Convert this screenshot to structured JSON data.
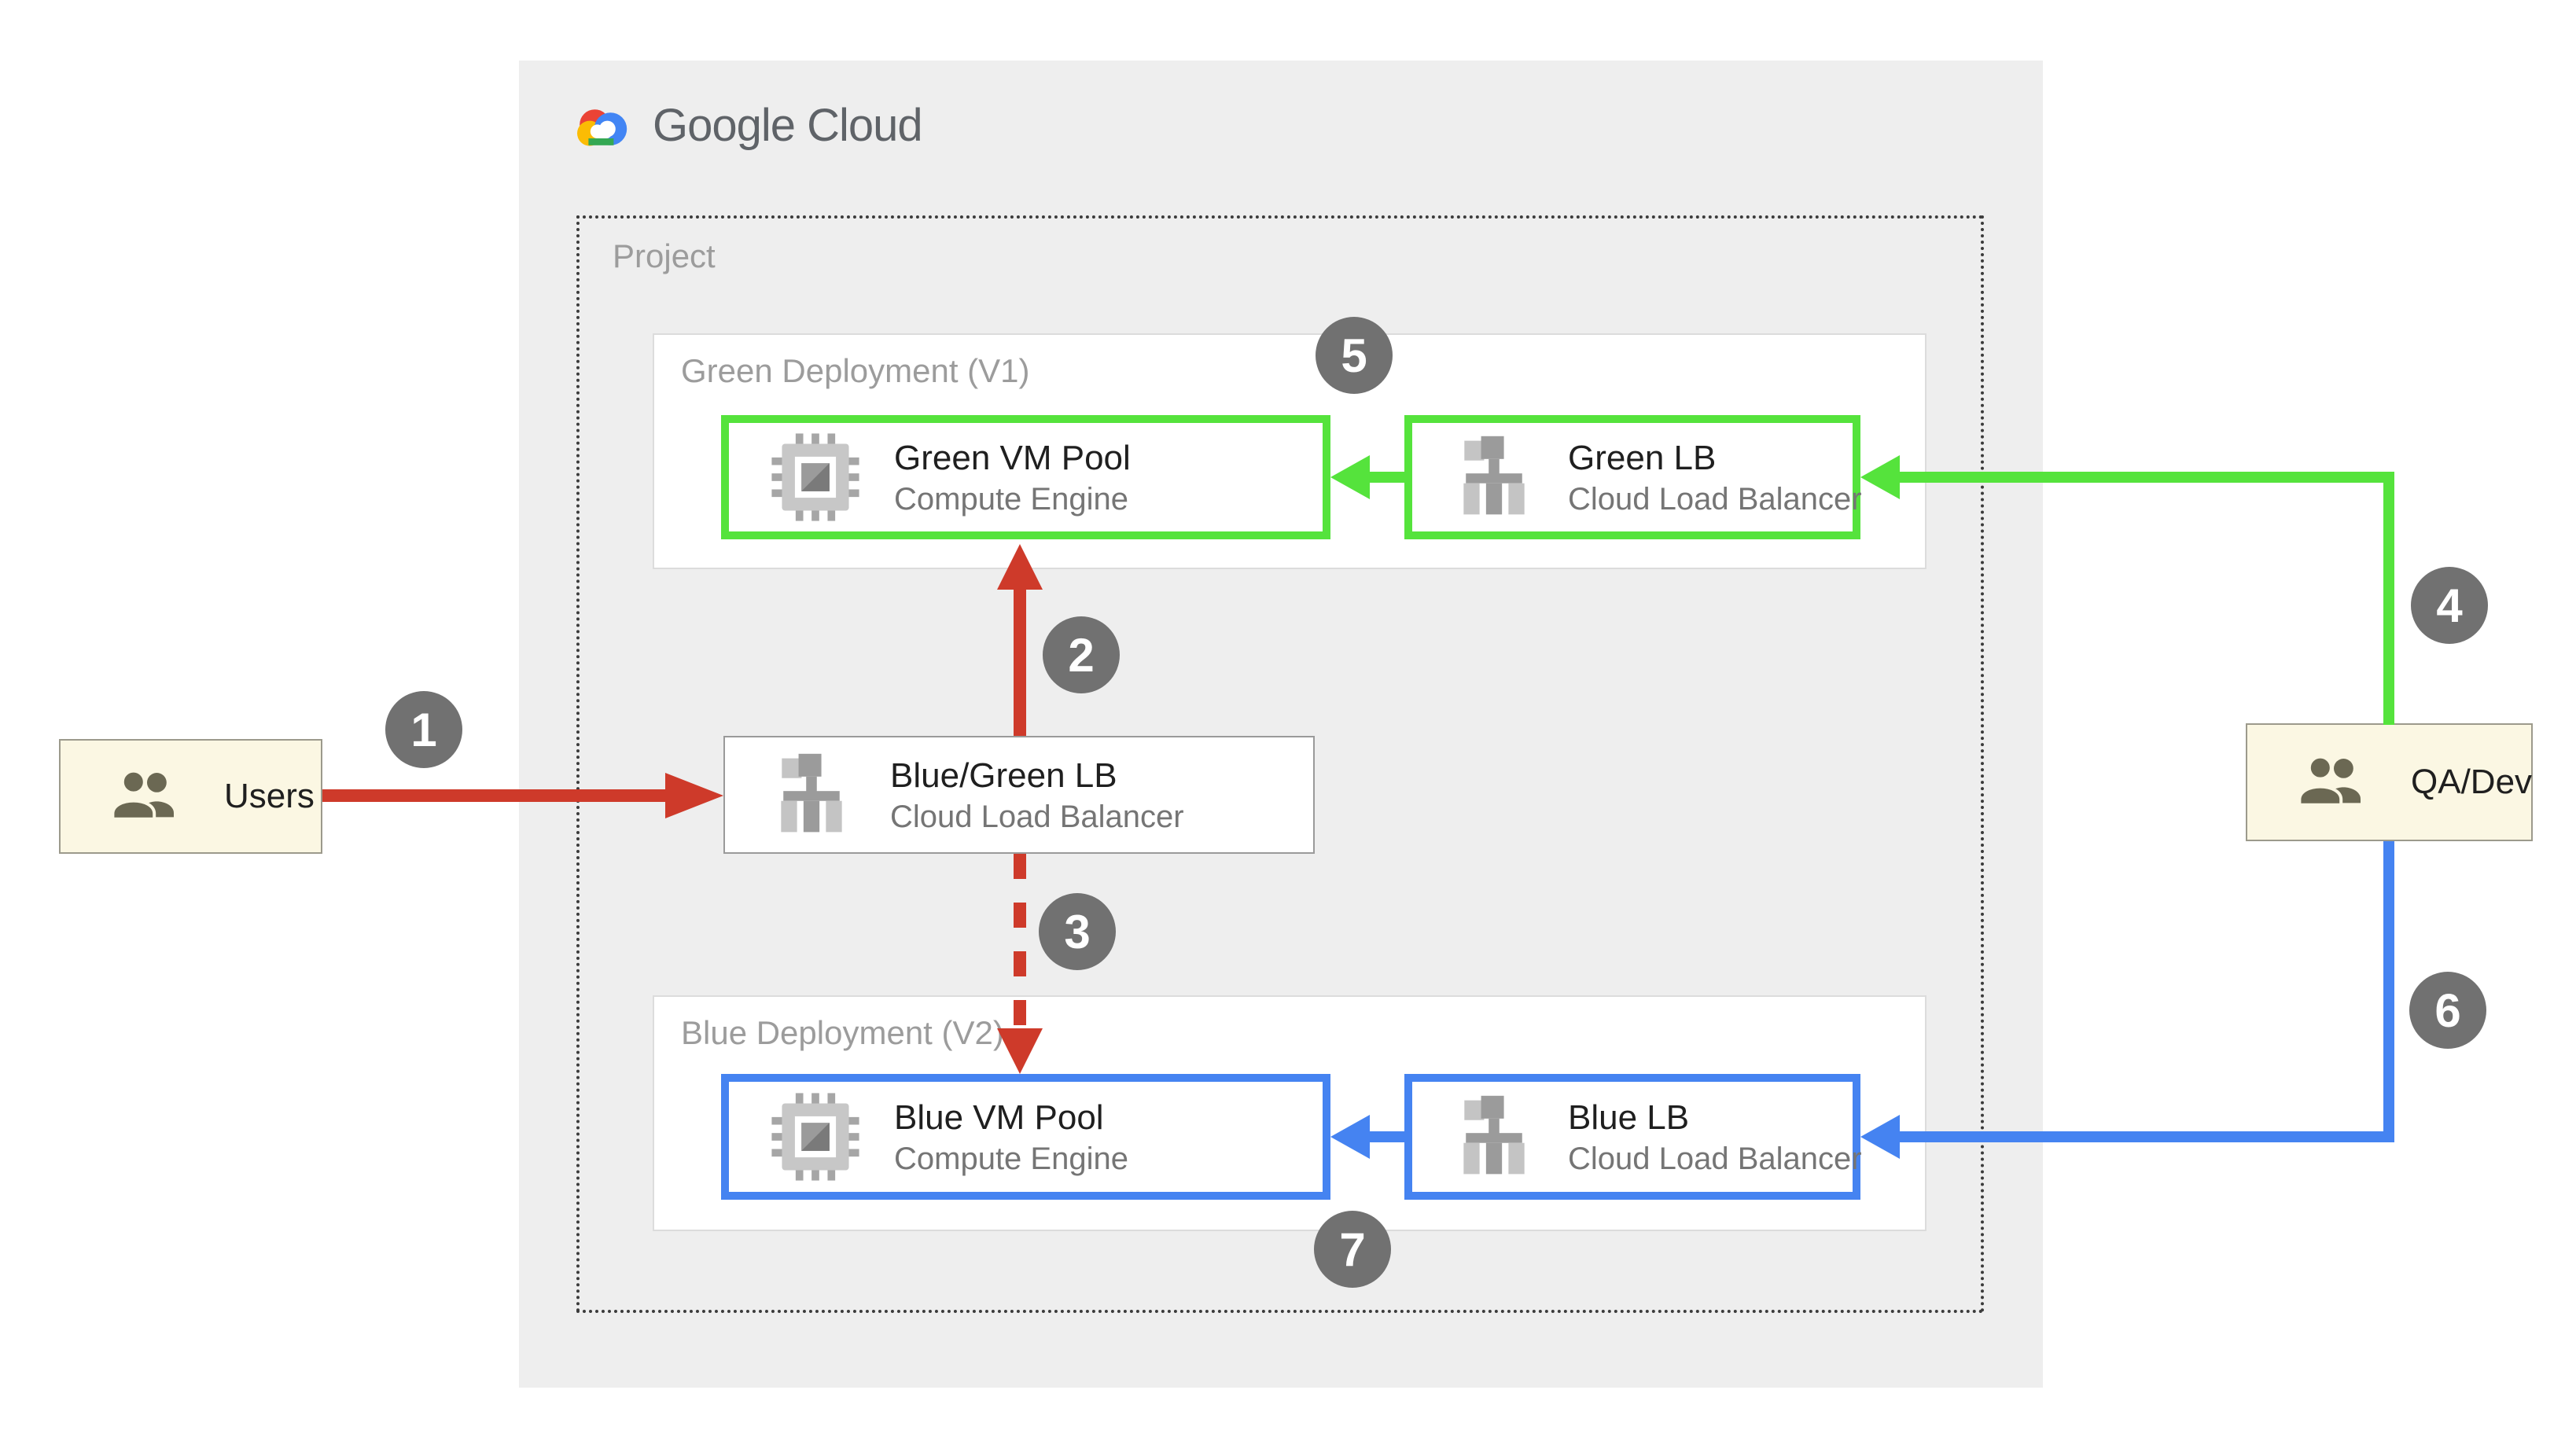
{
  "logo": {
    "text": "Google Cloud"
  },
  "project": {
    "label": "Project"
  },
  "groups": {
    "green": {
      "label": "Green Deployment (V1)"
    },
    "blue": {
      "label": "Blue Deployment (V2)"
    }
  },
  "nodes": {
    "green_vm_pool": {
      "title": "Green VM Pool",
      "subtitle": "Compute Engine"
    },
    "green_lb": {
      "title": "Green LB",
      "subtitle": "Cloud Load Balancer"
    },
    "bluegreen_lb": {
      "title": "Blue/Green LB",
      "subtitle": "Cloud Load Balancer"
    },
    "blue_vm_pool": {
      "title": "Blue VM Pool",
      "subtitle": "Compute Engine"
    },
    "blue_lb": {
      "title": "Blue LB",
      "subtitle": "Cloud Load Balancer"
    },
    "users": {
      "label": "Users"
    },
    "qa_dev": {
      "label": "QA/Dev"
    }
  },
  "badges": [
    "1",
    "2",
    "3",
    "4",
    "5",
    "6",
    "7"
  ],
  "colors": {
    "green_accent": "#55E33C",
    "blue_accent": "#4583F1",
    "red_accent": "#CE3A2A",
    "badge_gray": "#717171",
    "panel_gray": "#EEEEEE",
    "actor_background": "#FBF7E3",
    "label_gray": "#9C9C9C"
  }
}
